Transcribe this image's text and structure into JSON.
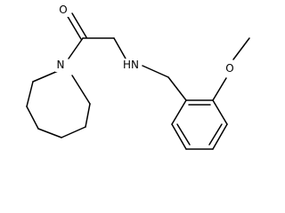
{
  "atoms": {
    "carbonyl_oxygen": "O",
    "ring_nitrogen": "N",
    "amine": "HN",
    "ether_oxygen": "O"
  }
}
